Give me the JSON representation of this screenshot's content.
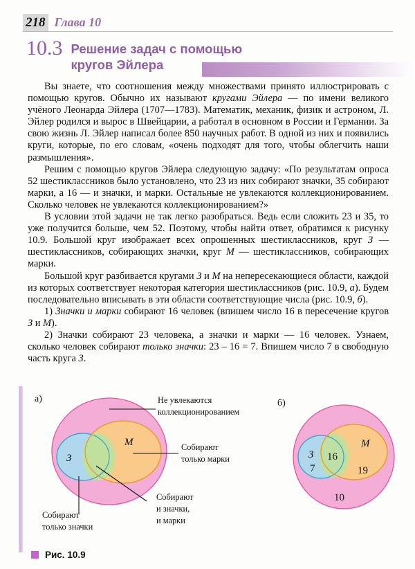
{
  "running_head": {
    "page_number": "218",
    "chapter": "Глава 10"
  },
  "heading": {
    "number": "10.3",
    "title_line1": "Решение задач с помощью",
    "title_line2": "кругов Эйлера",
    "accent_color": "#8f5fa3"
  },
  "body": {
    "p1_a": "Вы знаете, что соотношения между множествами принято иллюстрировать с помощью кругов. Обычно их называют ",
    "p1_i1": "кругами Эйлера",
    "p1_b": " — по имени великого учёного Леонарда Эйлера (1707—1783). Математик, механик, физик и астроном, Л. Эйлер родился и вырос в Швейцарии, а работал в основном в России и Германии. За свою жизнь Л. Эйлер написал более 850 научных работ. В одной из них и появились круги, которые, по его словам, «очень подходят для того, чтобы облегчить наши размышления».",
    "p2": "Решим с помощью кругов Эйлера следующую задачу: «По результатам опроса 52 шестиклассников было установлено, что 23 из них собирают значки, 35 собирают марки, а 16 — и значки, и марки. Остальные не увлекаются коллекционированием. Сколько человек не увлекаются коллекционированием?»",
    "p3_a": "В условии этой задачи не так легко разобраться. Ведь если сложить 23 и 35, то уже получится больше, чем 52. Поэтому, чтобы найти ответ, обратимся к рисунку 10.9. Большой круг изображает всех опрошенных шестиклассников, круг ",
    "p3_i1": "З",
    "p3_b": " — шестиклассников, собирающих значки, круг ",
    "p3_i2": "М",
    "p3_c": " — шестиклассников, собирающих марки.",
    "p4_a": "Большой круг разбивается кругами ",
    "p4_i1": "З",
    "p4_b": " и ",
    "p4_i2": "М",
    "p4_c": " на непересекающиеся области, каждой из которых соответствует некоторая категория шестиклассников (рис. 10.9, ",
    "p4_i3": "а",
    "p4_d": "). Будем последовательно вписывать в эти области соответствующие числа (рис. 10.9, ",
    "p4_i4": "б",
    "p4_e": ").",
    "item1_a": "1) ",
    "item1_i1": "Значки и марки",
    "item1_b": " собирают 16 человек (впишем число 16 в пересечение кругов ",
    "item1_i2": "З",
    "item1_c": " и ",
    "item1_i3": "М",
    "item1_d": ").",
    "item2_a": "2) Значки собирают 23 человека, а значки и марки — 16 человек. Узнаем, сколько человек собирают ",
    "item2_i1": "только значки",
    "item2_b": ": 23 – 16 = 7. Впишем число 7 в свободную часть круга ",
    "item2_i2": "З",
    "item2_c": "."
  },
  "figure": {
    "caption": "Рис. 10.9",
    "bullet_color": "#c463cf",
    "panel_a": {
      "label": "а)",
      "set_labels": {
        "z": "З",
        "m": "М"
      },
      "callouts": [
        {
          "line1": "Не увлекаются",
          "line2": "коллекционированием"
        },
        {
          "line1": "Собирают",
          "line2": "только марки"
        },
        {
          "line1": "Собирают",
          "line2": "и значки,",
          "line3": "и марки"
        },
        {
          "line1": "Собирают",
          "line2": "только значки"
        }
      ]
    },
    "panel_b": {
      "label": "б)",
      "set_labels": {
        "m": "М",
        "z": "З"
      },
      "numbers": {
        "only_badges": "7",
        "both": "16",
        "only_stamps": "19",
        "none": "10"
      }
    },
    "colors": {
      "universe_fill": "#f3a6d4",
      "universe_stroke": "#e0559f",
      "badges_fill": "#a8dcee",
      "badges_stroke": "#3aa8d0",
      "stamps_fill": "#f9cb85",
      "stamps_stroke": "#e89a32",
      "intersection_fill": "#c3e0a0"
    }
  }
}
